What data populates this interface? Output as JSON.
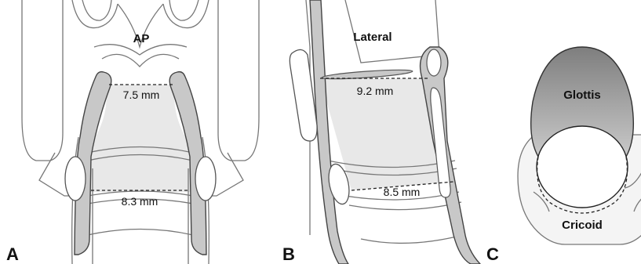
{
  "panels": {
    "a": {
      "letter": "A",
      "view_label": "AP",
      "upper_measurement": "7.5 mm",
      "lower_measurement": "8.3 mm"
    },
    "b": {
      "letter": "B",
      "view_label": "Lateral",
      "upper_measurement": "9.2 mm",
      "lower_measurement": "8.5 mm"
    },
    "c": {
      "letter": "C",
      "glottis_label": "Glottis",
      "cricoid_label": "Cricoid"
    }
  },
  "colors": {
    "outline": "#777777",
    "airway_fill": "#e8e8e8",
    "wall_fill": "#c8c8c8",
    "glottis_gradient_top": "#7e7e7e",
    "glottis_gradient_bottom": "#c9c9c9"
  }
}
